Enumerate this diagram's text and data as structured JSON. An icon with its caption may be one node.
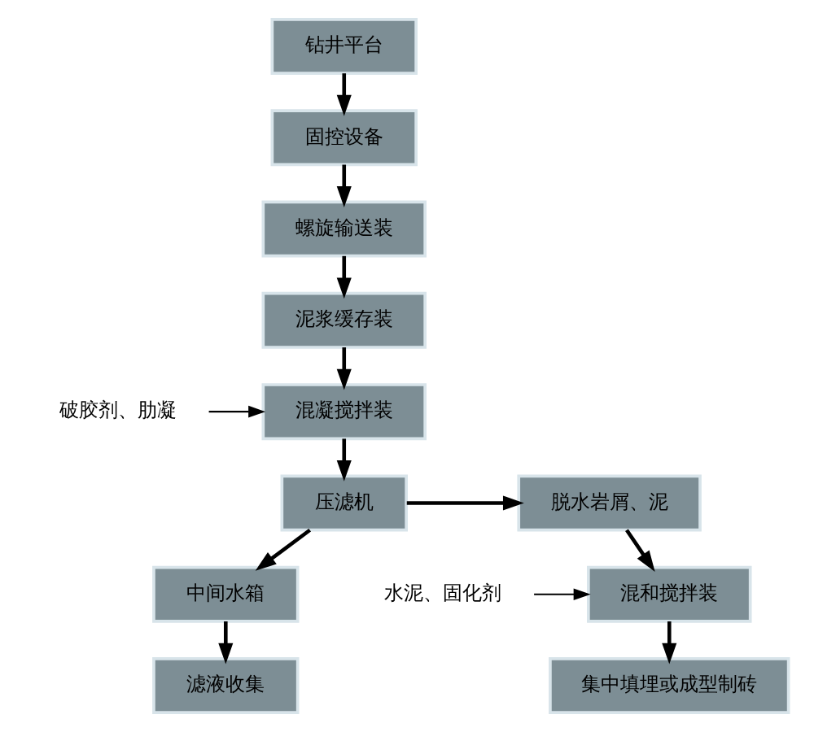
{
  "diagram": {
    "nodes": [
      {
        "text": [
          "钻井平台"
        ]
      },
      {
        "text": [
          "固控设备"
        ]
      },
      {
        "text": [
          "螺旋输送装"
        ]
      },
      {
        "text": [
          "泥浆缓存装"
        ]
      },
      {
        "text": [
          "混凝搅拌装"
        ]
      },
      {
        "text": [
          "破胶剂、肋凝"
        ]
      },
      {
        "text": [
          "压滤机"
        ]
      },
      {
        "text": [
          "脱水岩屑、泥"
        ]
      },
      {
        "text": [
          "水泥、固化剂"
        ]
      },
      {
        "text": [
          "混和搅拌装"
        ]
      },
      {
        "text": [
          "中间水箱"
        ]
      },
      {
        "text": [
          "集中填埋或成型制砖"
        ]
      },
      {
        "text": [
          "滤液收集"
        ]
      }
    ],
    "edges": [
      {
        "from": 0,
        "to": 1,
        "arrow": "to"
      },
      {
        "from": 1,
        "to": 2,
        "arrow": "to"
      },
      {
        "from": 2,
        "to": 3,
        "arrow": "to"
      },
      {
        "from": 3,
        "to": 4,
        "arrow": "to"
      },
      {
        "from": 5,
        "to": 4,
        "arrow": "to"
      },
      {
        "from": 4,
        "to": 6,
        "arrow": "to"
      },
      {
        "from": 6,
        "to": 7,
        "arrow": "to"
      },
      {
        "from": 7,
        "to": 9,
        "arrow": "to"
      },
      {
        "from": 8,
        "to": 9,
        "arrow": "to"
      },
      {
        "from": 9,
        "to": 11,
        "arrow": "to"
      },
      {
        "from": 6,
        "to": 10,
        "arrow": "to"
      },
      {
        "from": 10,
        "to": 12,
        "arrow": "to"
      }
    ]
  }
}
